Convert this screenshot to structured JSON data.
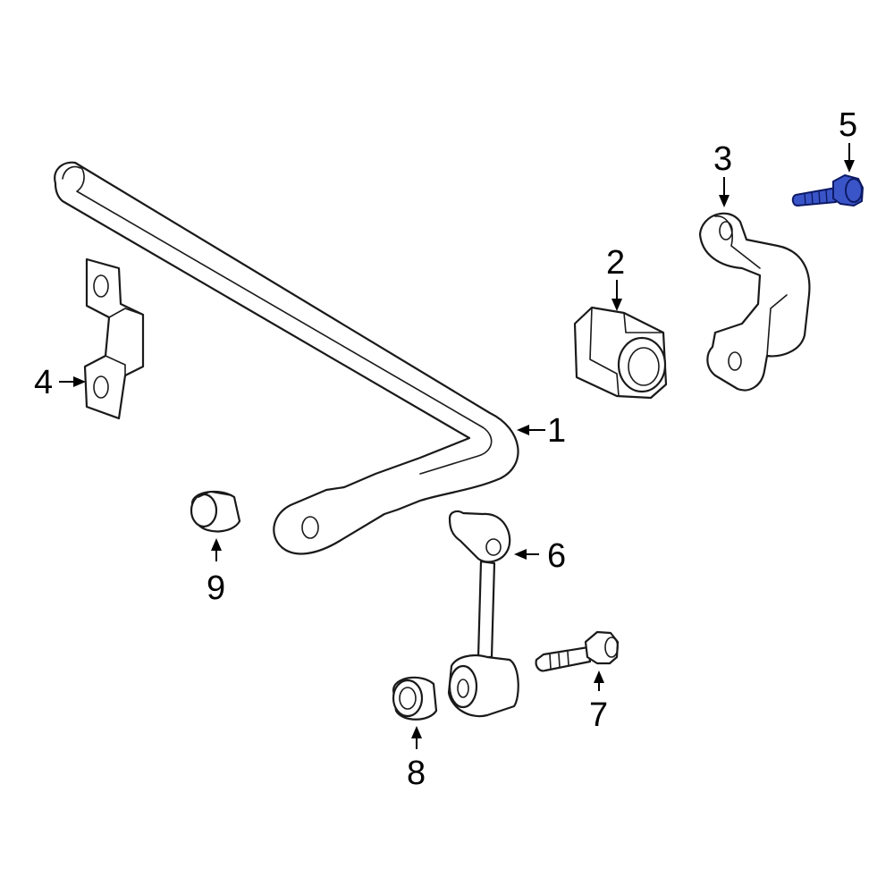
{
  "diagram": {
    "highlight_color": "#3a55c8",
    "callouts": [
      {
        "id": "1",
        "label": "1"
      },
      {
        "id": "2",
        "label": "2"
      },
      {
        "id": "3",
        "label": "3"
      },
      {
        "id": "4",
        "label": "4"
      },
      {
        "id": "5",
        "label": "5"
      },
      {
        "id": "6",
        "label": "6"
      },
      {
        "id": "7",
        "label": "7"
      },
      {
        "id": "8",
        "label": "8"
      },
      {
        "id": "9",
        "label": "9"
      }
    ],
    "highlighted_part": "5"
  }
}
